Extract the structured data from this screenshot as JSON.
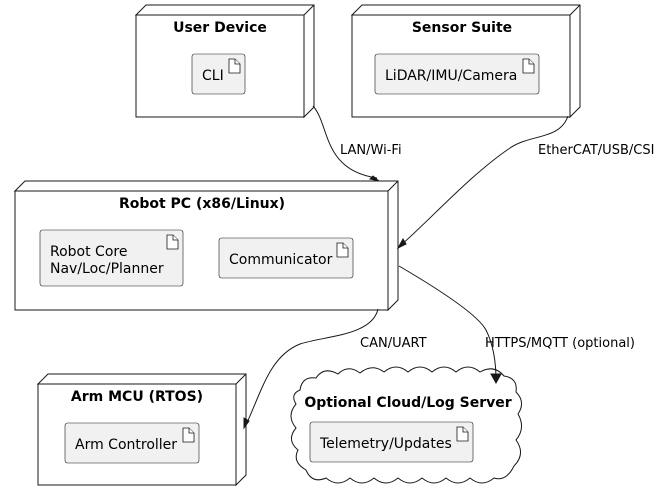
{
  "nodes": {
    "user_device": {
      "title": "User Device",
      "artifacts": [
        "CLI"
      ]
    },
    "sensor_suite": {
      "title": "Sensor Suite",
      "artifacts": [
        "LiDAR/IMU/Camera"
      ]
    },
    "robot_pc": {
      "title": "Robot PC (x86/Linux)",
      "artifacts": [
        "Robot Core",
        "Nav/Loc/Planner",
        "Communicator"
      ]
    },
    "arm_mcu": {
      "title": "Arm MCU (RTOS)",
      "artifacts": [
        "Arm Controller"
      ]
    },
    "cloud": {
      "title": "Optional Cloud/Log Server",
      "artifacts": [
        "Telemetry/Updates"
      ]
    }
  },
  "edges": {
    "user_to_pc": "LAN/Wi-Fi",
    "sensor_to_pc": "EtherCAT/USB/CSI",
    "pc_to_arm": "CAN/UART",
    "pc_to_cloud": "HTTPS/MQTT (optional)"
  },
  "colors": {
    "line": "#181818",
    "artifact_fill": "#f1f1f1",
    "node_fill": "#ffffff"
  }
}
